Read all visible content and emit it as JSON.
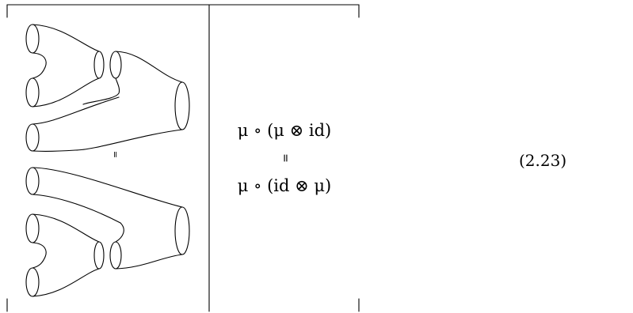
{
  "formula_top": "μ ∘ (μ ⊗ id)",
  "formula_equals": "=",
  "formula_bottom": "μ ∘ (id ⊗ μ)",
  "pictures_equals": "=",
  "equation_number": "(2.23)",
  "pictures": {
    "top": "cobordism-mu-of-mu-tensor-id",
    "bottom": "cobordism-mu-of-id-tensor-mu"
  }
}
